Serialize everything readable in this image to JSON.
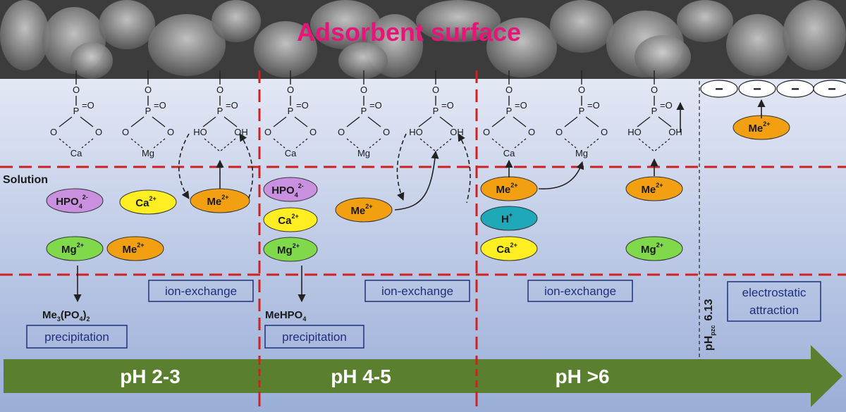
{
  "title": "Adsorbent surface",
  "solution_label": "Solution",
  "surface": {
    "atom_O": "O",
    "atom_P": "P",
    "dbl_O": "=O",
    "OH": "HO",
    "HO": "OH",
    "Ca": "Ca",
    "Mg": "Mg"
  },
  "charges": {
    "minus": "−"
  },
  "ions": {
    "HPO4": "HPO",
    "HPO4_sub": "4",
    "HPO4_sup": "2-",
    "Ca": "Ca",
    "Mg": "Mg",
    "Me": "Me",
    "H": "H",
    "sup2": "2+",
    "sup1": "+"
  },
  "products": {
    "me3po4": {
      "a": "Me",
      "b": "3",
      "c": "(PO",
      "d": "4",
      "e": ")",
      "f": "2"
    },
    "mehpo4": {
      "a": "MeHPO",
      "b": "4"
    }
  },
  "boxes": {
    "precipitation": "precipitation",
    "ion_exchange": "ion-exchange",
    "electrostatic_1": "electrostatic",
    "electrostatic_2": "attraction"
  },
  "pzc": {
    "pH": "pH",
    "sub": "pzc",
    "value": "6.13"
  },
  "ph_labels": [
    "pH 2-3",
    "pH 4-5",
    "pH >6"
  ],
  "colors": {
    "HPO4": "#c990e0",
    "Ca": "#ffee22",
    "Mg": "#7fd94a",
    "Me": "#f2a012",
    "H": "#1fa8b8",
    "title": "#e6157a",
    "dash": "#cc2222",
    "arrow": "#5a7f2e",
    "box": "#1f2f7a"
  }
}
